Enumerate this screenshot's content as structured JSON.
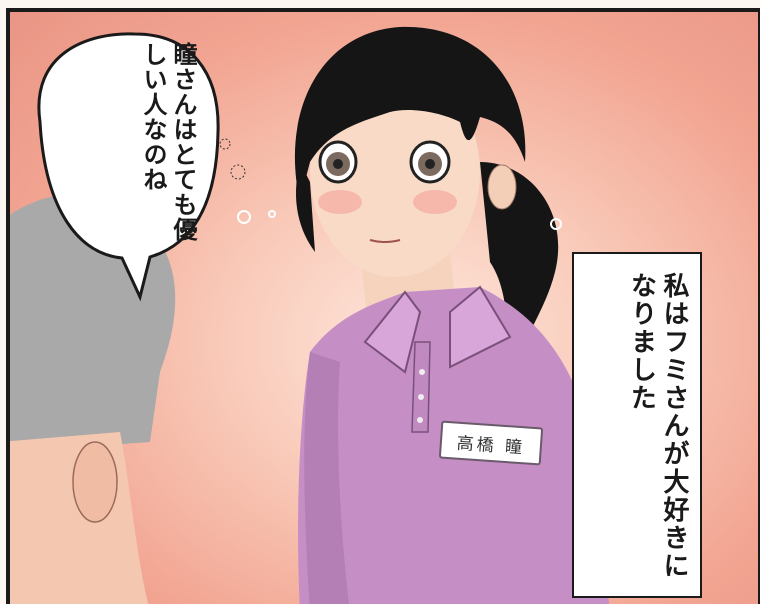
{
  "speech_bubble": {
    "lines": "瞳さんはとても優しい人なのね"
  },
  "narration": {
    "text": "私はフミさんが大好きになりました"
  },
  "nametag": {
    "text": "高橋 瞳"
  }
}
